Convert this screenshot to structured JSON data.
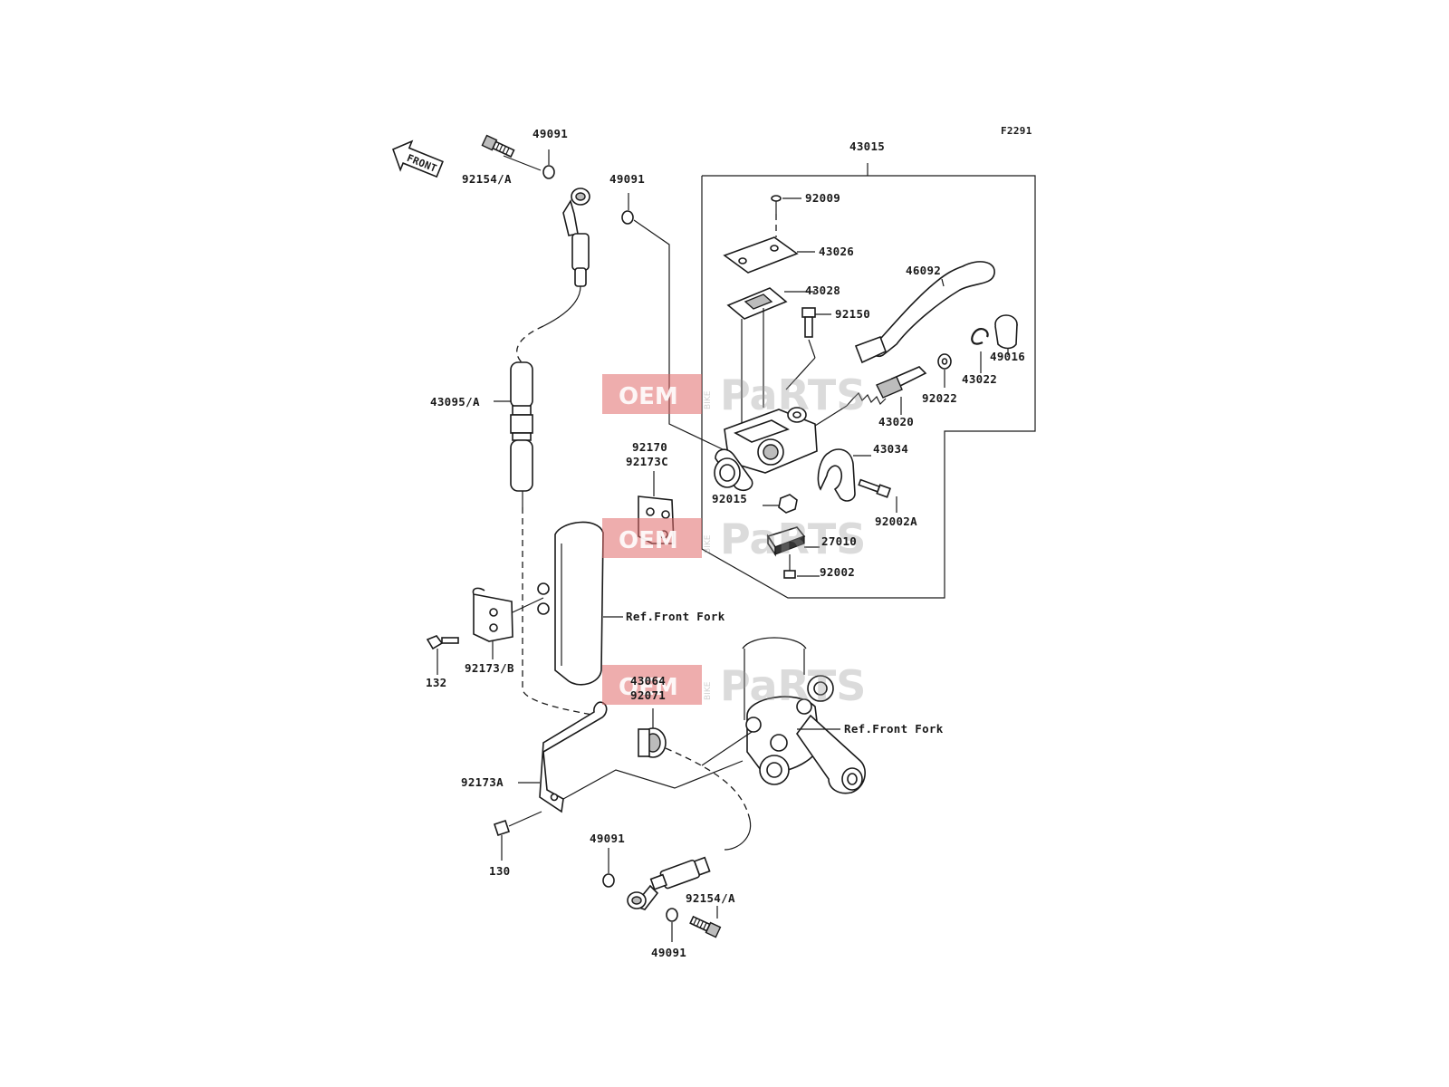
{
  "diagram": {
    "code": "F2291",
    "front_arrow_text": "FRONT",
    "watermark": {
      "oem": "OEM",
      "bike": "BIKE",
      "parts": "PaRTS"
    },
    "part_labels": {
      "p43015": "43015",
      "p92009": "92009",
      "p43026": "43026",
      "p43028": "43028",
      "p46092": "46092",
      "p92150": "92150",
      "p49016": "49016",
      "p43022": "43022",
      "p92022": "92022",
      "p43020": "43020",
      "p43034": "43034",
      "p92015": "92015",
      "p92002A": "92002A",
      "p27010": "27010",
      "p92002": "92002",
      "p92154A_top": "92154/A",
      "p49091_top1": "49091",
      "p49091_top2": "49091",
      "p43095A": "43095/A",
      "p92170": "92170",
      "p92173C": "92173C",
      "p92173B": "92173/B",
      "p132": "132",
      "p43064": "43064",
      "p92071": "92071",
      "p92173A": "92173A",
      "p130": "130",
      "p49091_bot1": "49091",
      "p92154A_bot": "92154/A",
      "p49091_bot2": "49091"
    },
    "references": {
      "front_fork_1": "Ref.Front Fork",
      "front_fork_2": "Ref.Front Fork"
    }
  }
}
